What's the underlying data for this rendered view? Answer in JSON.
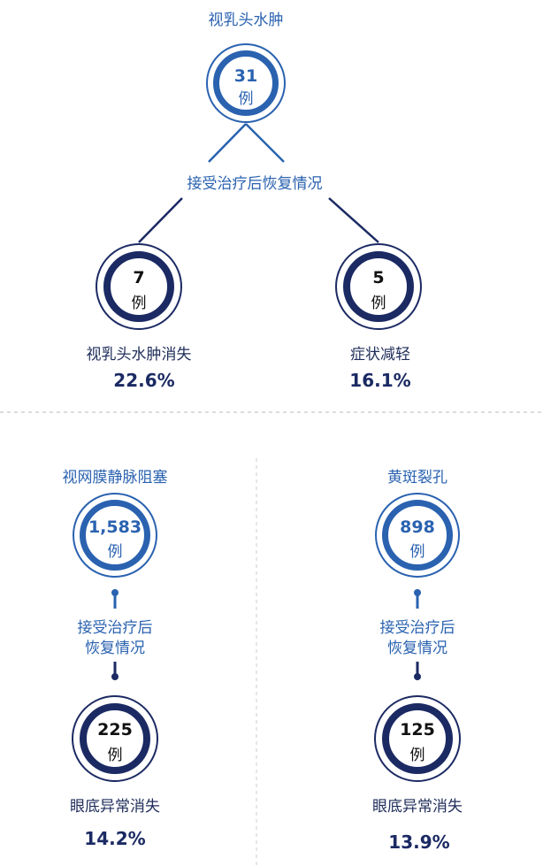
{
  "top": {
    "title": "视乳头水肿",
    "count": "31",
    "unit": "例",
    "treatment_label": "接受治疗后恢复情况",
    "outcomes": [
      {
        "count": "7",
        "unit": "例",
        "label": "视乳头水肿消失",
        "percent": "22.6%"
      },
      {
        "count": "5",
        "unit": "例",
        "label": "症状减轻",
        "percent": "16.1%"
      }
    ]
  },
  "bottom": [
    {
      "title": "视网膜静脉阻塞",
      "count": "1,583",
      "unit": "例",
      "treatment_line1": "接受治疗后",
      "treatment_line2": "恢复情况",
      "outcome": {
        "count": "225",
        "unit": "例",
        "label": "眼底异常消失",
        "percent": "14.2%"
      }
    },
    {
      "title": "黄斑裂孔",
      "count": "898",
      "unit": "例",
      "treatment_line1": "接受治疗后",
      "treatment_line2": "恢复情况",
      "outcome": {
        "count": "125",
        "unit": "例",
        "label": "眼底异常消失",
        "percent": "13.9%"
      }
    }
  ],
  "colors": {
    "primary": "#2a62b0",
    "dark": "#1b2a63"
  }
}
